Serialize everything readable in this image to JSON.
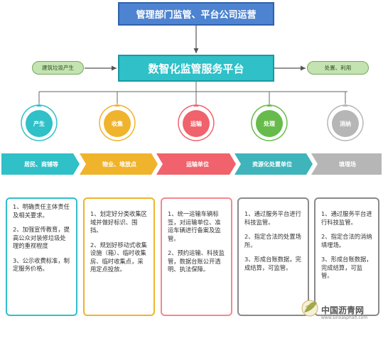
{
  "title": "管理部门监管、平台公司运营",
  "platform": "数智化监管服务平台",
  "left_input": "建筑垃圾产生",
  "right_output": "处置、利用",
  "stages": [
    "产生",
    "收集",
    "运输",
    "处理",
    "消纳"
  ],
  "bands": [
    "居民、商铺等",
    "物业、堆放点",
    "运输单位",
    "资源化处置单位",
    "填埋场"
  ],
  "cards": [
    [
      "1、明确责任主体责任及相关要求。",
      "2、加强宣传教育，提高公众对装修垃圾处理的重视程度",
      "3、公示收费标准，制定服务价格。"
    ],
    [
      "1、划定好分类收集区域并做好标识、围挡。",
      "2、规划好移动式收集设施（箱）、临时收集房、临时收集点，采用定点投放。"
    ],
    [
      "1、统一运输车辆标签，对运输单位、准运车辆进行备案及监管。",
      "2、预约运输、科技监管，数据台账公开透明、执法保障。"
    ],
    [
      "1、通过服务平台进行科技监管。",
      "2、指定合法的处置场所。",
      "3、形成台账数据，完成结算，可监管。"
    ],
    [
      "1、通过服务平台进行科技监管。",
      "2、指定合法的消纳填埋场。",
      "3、形成台账数据，完成结算，可监管。"
    ]
  ],
  "colors": {
    "stages": [
      "#2fc0c8",
      "#f0b32c",
      "#f0626c",
      "#67bb4c",
      "#b6b6b6"
    ],
    "bands": [
      "#2fc0c8",
      "#f0b32c",
      "#f0626c",
      "#3fb4ba",
      "#b6b6b6"
    ],
    "card_borders": [
      "#2fc0c8",
      "#f0b32c",
      "#f08a90",
      "#8a8a8a",
      "#8a8a8a"
    ]
  },
  "watermark": {
    "name": "中国沥青网",
    "url": "www.sinoasphalt.com",
    "icon": "globe-leaf-logo-icon"
  }
}
